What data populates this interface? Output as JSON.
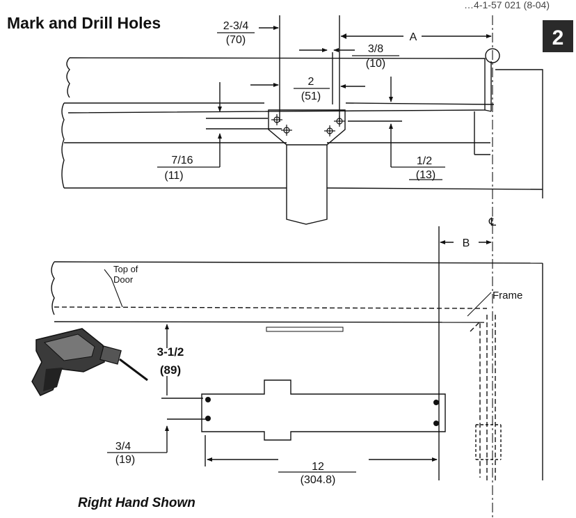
{
  "header_fragment": "…4-1-57 021 (8-04)",
  "title": "Mark and Drill Holes",
  "step_number": "2",
  "dims": {
    "d_2_3_4": {
      "top": "2-3/4",
      "bottom": "(70)"
    },
    "d_a": "A",
    "d_3_8": {
      "top": "3/8",
      "bottom": "(10)"
    },
    "d_2": {
      "top": "2",
      "bottom": "(51)"
    },
    "d_7_16": {
      "top": "7/16",
      "bottom": "(11)"
    },
    "d_1_2": {
      "top": "1/2",
      "bottom": "(13)"
    },
    "d_b": "B",
    "d_3_1_2": {
      "top": "3-1/2",
      "bottom": "(89)"
    },
    "d_3_4": {
      "top": "3/4",
      "bottom": "(19)"
    },
    "d_12": {
      "top": "12",
      "bottom": "(304.8)"
    }
  },
  "labels": {
    "top_of_door_1": "Top of",
    "top_of_door_2": "Door",
    "frame": "Frame",
    "centerline": "℄"
  },
  "footer": "Right Hand Shown"
}
